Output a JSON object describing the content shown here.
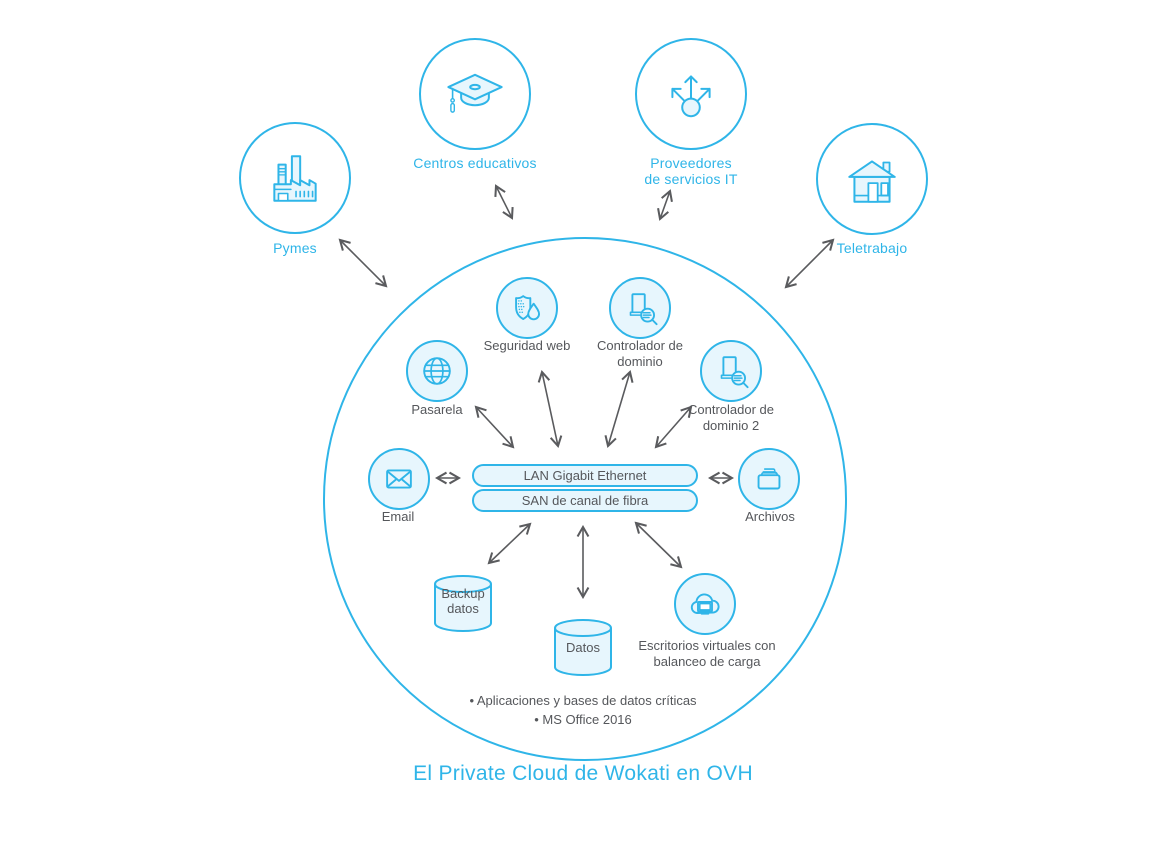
{
  "title": "El Private Cloud de Wokati en OVH",
  "colors": {
    "accent": "#2fb5e8",
    "pale_fill": "#e7f6fd",
    "text_gray": "#55575b",
    "arrow_gray": "#5a5b5e"
  },
  "outer_nodes": [
    {
      "id": "pymes",
      "label": "Pymes",
      "icon": "factory-icon"
    },
    {
      "id": "centros-educativos",
      "label": "Centros educativos",
      "icon": "graduation-cap-icon"
    },
    {
      "id": "proveedores-it",
      "label": "Proveedores de servicios IT",
      "icon": "share-arrows-icon"
    },
    {
      "id": "teletrabajo",
      "label": "Teletrabajo",
      "icon": "house-icon"
    }
  ],
  "cloud": {
    "services": [
      {
        "id": "seguridad-web",
        "label": "Seguridad web",
        "icon": "shield-drop-icon"
      },
      {
        "id": "controlador-dominio",
        "label": "Controlador de dominio",
        "icon": "server-search-icon"
      },
      {
        "id": "pasarela",
        "label": "Pasarela",
        "icon": "globe-icon"
      },
      {
        "id": "controlador-dominio-2",
        "label": "Controlador de dominio 2",
        "icon": "server-search-icon"
      },
      {
        "id": "email",
        "label": "Email",
        "icon": "envelope-icon"
      },
      {
        "id": "archivos",
        "label": "Archivos",
        "icon": "folder-icon"
      },
      {
        "id": "escritorios-virtuales",
        "label": "Escritorios virtuales con balanceo de carga",
        "icon": "cloud-desktop-icon"
      }
    ],
    "buses": [
      {
        "id": "lan",
        "label": "LAN Gigabit Ethernet"
      },
      {
        "id": "san",
        "label": "SAN de canal de fibra"
      }
    ],
    "databases": [
      {
        "id": "backup-datos",
        "label": "Backup datos"
      },
      {
        "id": "datos",
        "label": "Datos"
      }
    ],
    "notes": [
      "Aplicaciones y bases de datos críticas",
      "MS Office 2016"
    ]
  }
}
